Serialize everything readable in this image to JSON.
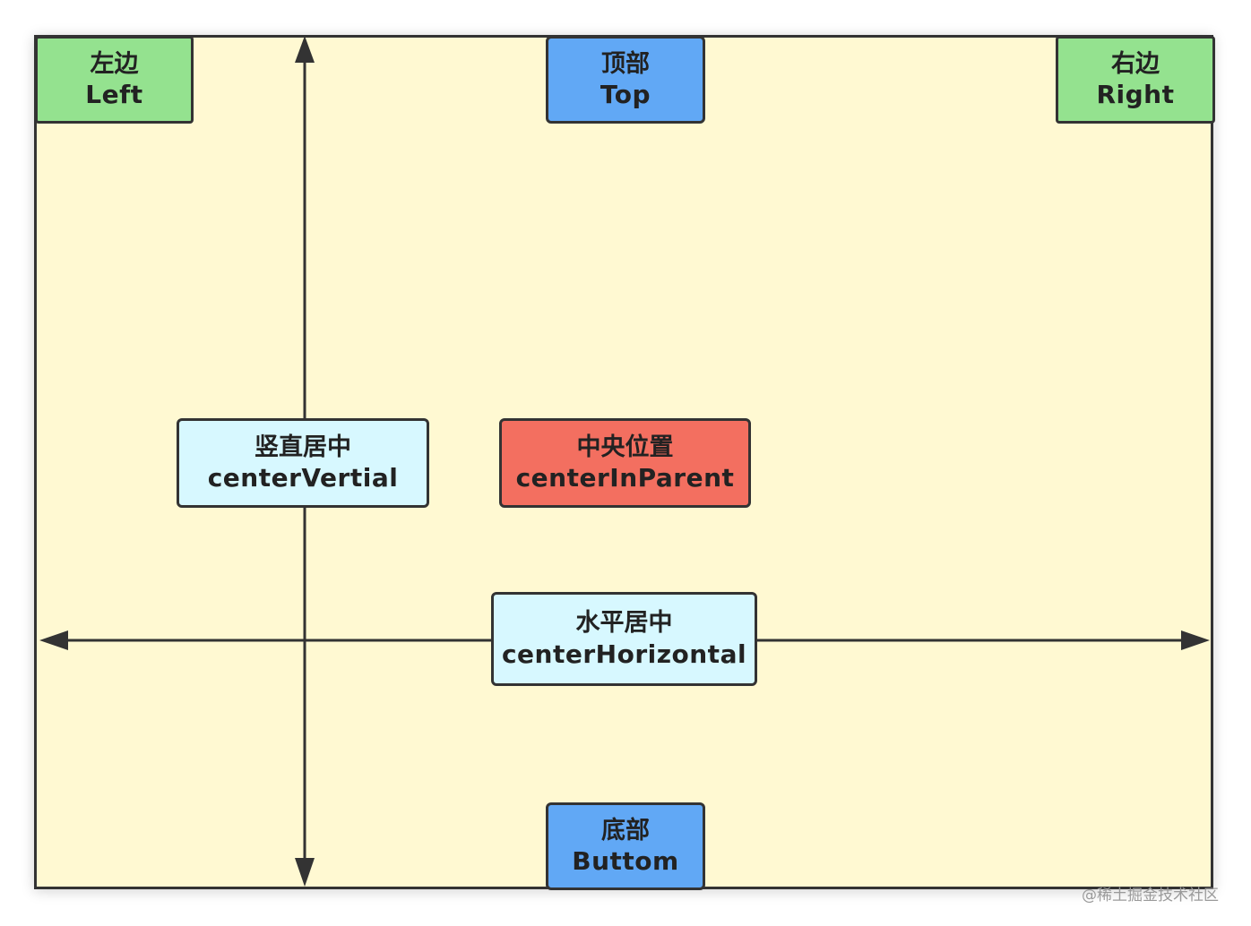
{
  "diagram": {
    "boxes": {
      "left": {
        "zh": "左边",
        "en": "Left"
      },
      "top": {
        "zh": "顶部",
        "en": "Top"
      },
      "right": {
        "zh": "右边",
        "en": "Right"
      },
      "vertical": {
        "zh": "竖直居中",
        "en": "centerVertial"
      },
      "center": {
        "zh": "中央位置",
        "en": "centerInParent"
      },
      "horizontal": {
        "zh": "水平居中",
        "en": "centerHorizontal"
      },
      "bottom": {
        "zh": "底部",
        "en": "Buttom"
      }
    },
    "colors": {
      "background": "#fff9d2",
      "edge_box": "#94e28f",
      "top_bottom_box": "#61a8f5",
      "centering_box": "#d7f8ff",
      "center_box": "#f36f60",
      "line": "#333333"
    }
  },
  "watermark": "@稀土掘金技术社区"
}
